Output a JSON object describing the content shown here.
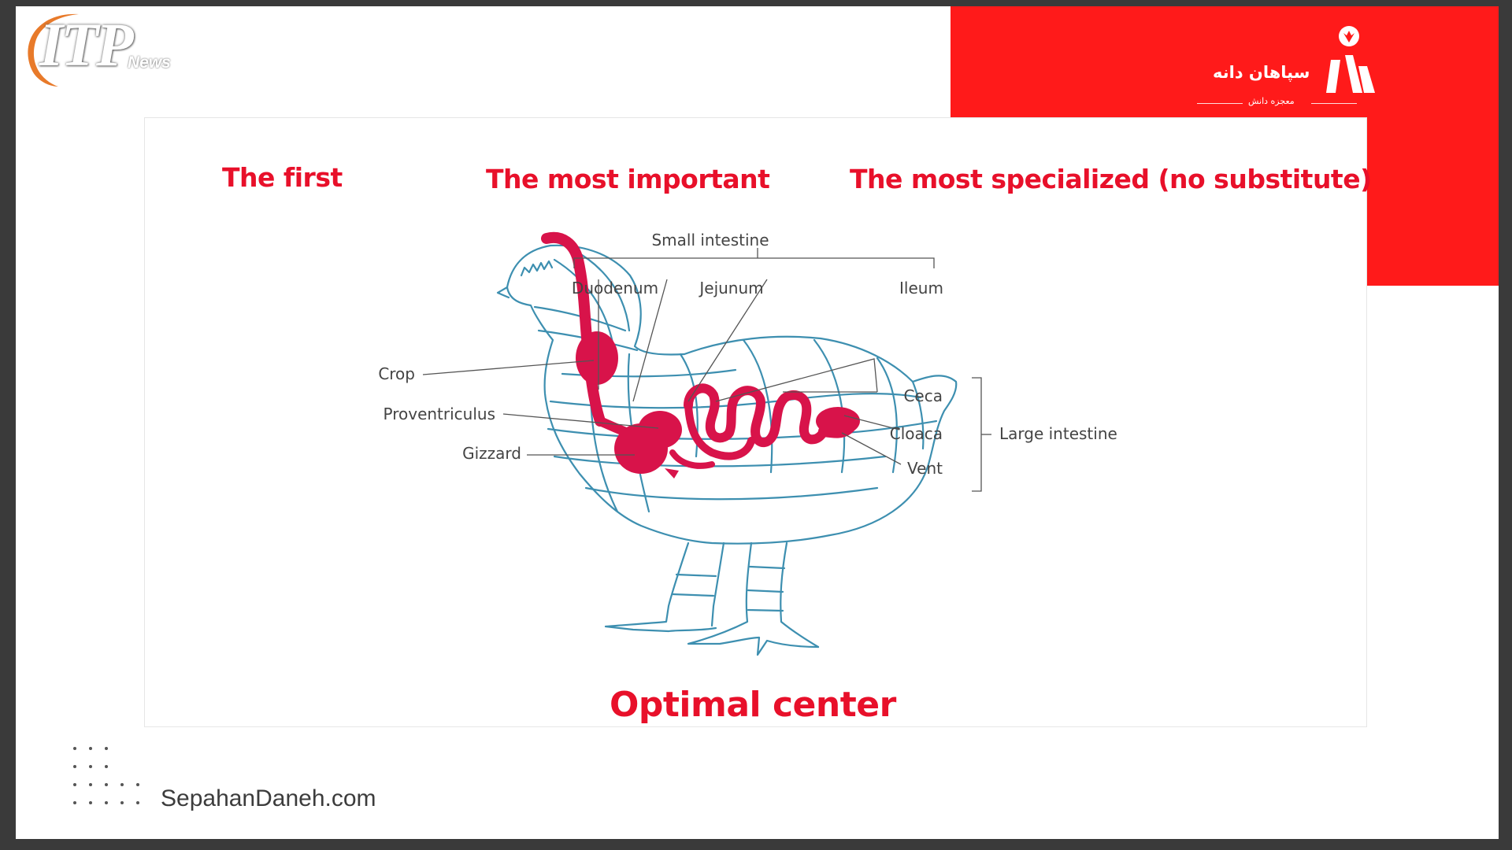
{
  "watermark": {
    "brand": "ITP",
    "sub": "News"
  },
  "sponsor": {
    "name": "سپاهان دانه",
    "tagline": "معجزه دانش"
  },
  "headings": {
    "first": "The first",
    "important": "The most important",
    "specialized": "The most specialized (no substitute)",
    "optimal": "Optimal center"
  },
  "diagram_labels": {
    "small_intestine": "Small intestine",
    "duodenum": "Duodenum",
    "jejunum": "Jejunum",
    "ileum": "Ileum",
    "crop": "Crop",
    "proventriculus": "Proventriculus",
    "gizzard": "Gizzard",
    "ceca": "Ceca",
    "cloaca": "Cloaca",
    "vent": "Vent",
    "large_intestine": "Large intestine"
  },
  "footer": {
    "url": "SepahanDaneh.com"
  },
  "colors": {
    "accent_red": "#ff1a1a",
    "heading_red": "#e8102a",
    "organ_red": "#d8134a",
    "outline_blue": "#3d8fb0"
  }
}
